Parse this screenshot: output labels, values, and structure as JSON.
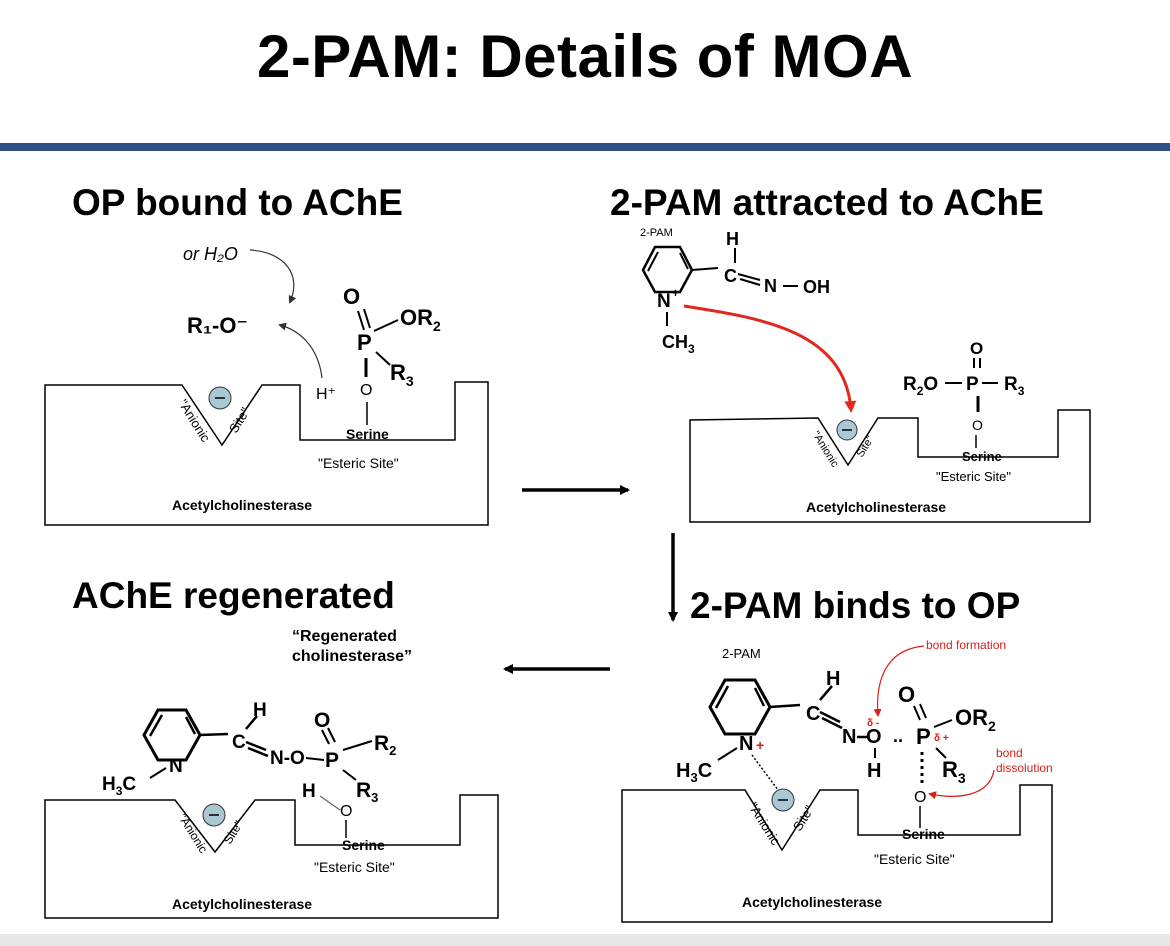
{
  "slide": {
    "title": "2-PAM: Details of MOA",
    "panels": {
      "op_bound": {
        "heading": "OP bound to AChE",
        "water": "or H₂O",
        "leaving_group": "R₁-O⁻",
        "proton": "H⁺"
      },
      "attracted": {
        "heading": "2-PAM attracted to AChE",
        "drug_label": "2-PAM"
      },
      "binds": {
        "heading": "2-PAM binds to OP",
        "drug_label": "2-PAM",
        "bond_formation": "bond formation",
        "bond_dissolution_1": "bond",
        "bond_dissolution_2": "dissolution",
        "delta_minus": "δ -",
        "delta_plus": "δ +"
      },
      "regenerated": {
        "heading": "AChE regenerated",
        "caption_1": "“Regenerated",
        "caption_2": "cholinesterase”"
      }
    },
    "enzyme": {
      "name": "Acetylcholinesterase",
      "serine": "Serine",
      "esteric_site": "\"Esteric Site\"",
      "anionic_1": "\"Anionic",
      "anionic_2": "Site\""
    },
    "colors": {
      "rule": "#2e4f86",
      "attraction_arrow": "#e0281f",
      "annotation": "#d8201a",
      "anionic_fill": "#aac8d4"
    }
  }
}
